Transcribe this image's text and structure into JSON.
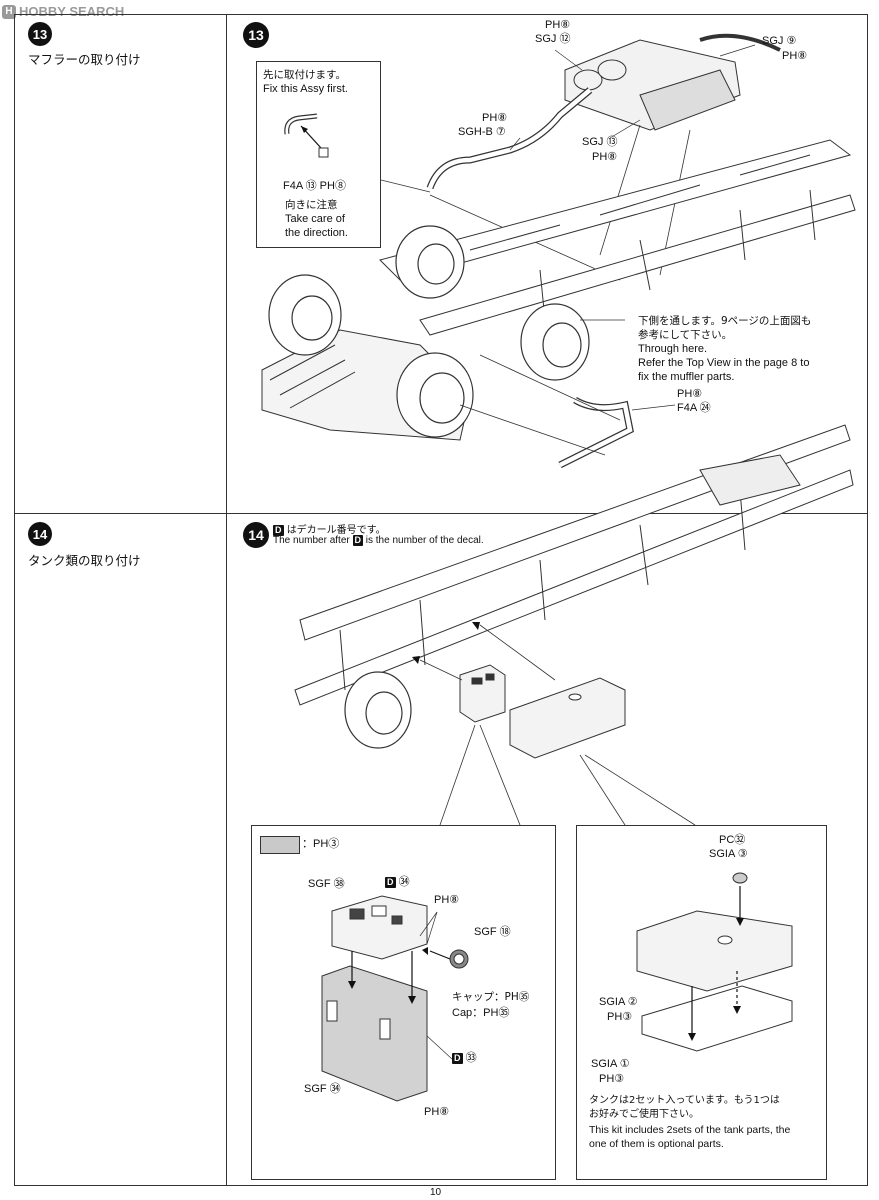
{
  "watermark": {
    "logo": "H",
    "text": "HOBBY SEARCH"
  },
  "page_number": "10",
  "step13": {
    "number": "13",
    "title": "マフラーの取り付け",
    "callout": {
      "line1": "先に取付けます。",
      "line2": "Fix this Assy first.",
      "part": "F4A ⑬ PH⑧",
      "dir_jp": "向きに注意",
      "dir_en1": "Take care of",
      "dir_en2": "the direction."
    },
    "labels": {
      "sgj12_top": "PH⑧",
      "sgj12": "SGJ ⑫",
      "sgj9": "SGJ ⑨",
      "sgj9_ph": "PH⑧",
      "sghb_ph": "PH⑧",
      "sghb": "SGH-B ⑦",
      "sgj13": "SGJ ⑬",
      "sgj13_ph": "PH⑧",
      "through_jp1": "下側を通します。9ページの上面図も",
      "through_jp2": "参考にして下さい。",
      "through_en1": "Through here.",
      "through_en2": "Refer the Top View in the page 8 to",
      "through_en3": "fix the muffler parts.",
      "f4a_ph": "PH⑧",
      "f4a": "F4A ㉔"
    }
  },
  "step14": {
    "number": "14",
    "title": "タンク類の取り付け",
    "decal_note_jp": "はデカール番号です。",
    "decal_note_en_pre": "The number after",
    "decal_note_en_post": "is the number of the decal.",
    "decal_letter": "D",
    "left_box": {
      "legend": "：PH③",
      "sgf38": "SGF ㊳",
      "d34": "㉞",
      "ph8_top": "PH⑧",
      "sgf18": "SGF ⑱",
      "cap_jp": "キャップ：PH㉟",
      "cap_en": "Cap：PH㉟",
      "d33": "㉝",
      "sgf34": "SGF ㉞",
      "ph8_bottom": "PH⑧"
    },
    "right_box": {
      "pc32": "PC㉜",
      "sgia3": "SGIA ③",
      "sgia2": "SGIA ②",
      "sgia2_ph": "PH③",
      "sgia1": "SGIA ①",
      "sgia1_ph": "PH③",
      "note_jp1": "タンクは2セット入っています。もう1つは",
      "note_jp2": "お好みでご使用下さい。",
      "note_en1": "This kit includes 2sets of the tank parts, the",
      "note_en2": "one of them is optional parts."
    }
  }
}
